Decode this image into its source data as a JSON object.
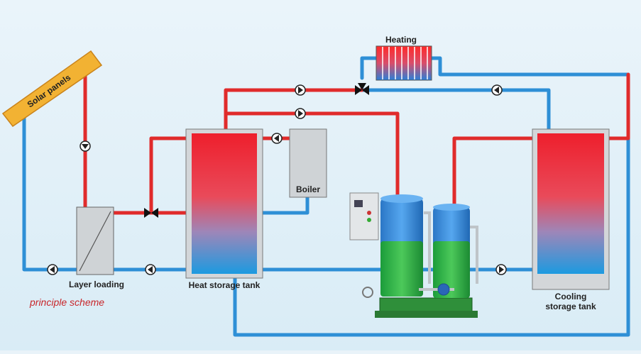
{
  "labels": {
    "solar_panels": "Solar panels",
    "heating": "Heating",
    "boiler": "Boiler",
    "layer_loading": "Layer loading",
    "heat_storage_tank": "Heat storage tank",
    "cooling_line1": "Cooling",
    "cooling_line2": "storage tank",
    "principle_scheme": "principle scheme"
  },
  "colors": {
    "hot_pipe": "#e02b2b",
    "cold_pipe": "#2e8fd6",
    "background": "#e4f1f8",
    "caption": "#c8262a",
    "panel": "#f2b233"
  }
}
